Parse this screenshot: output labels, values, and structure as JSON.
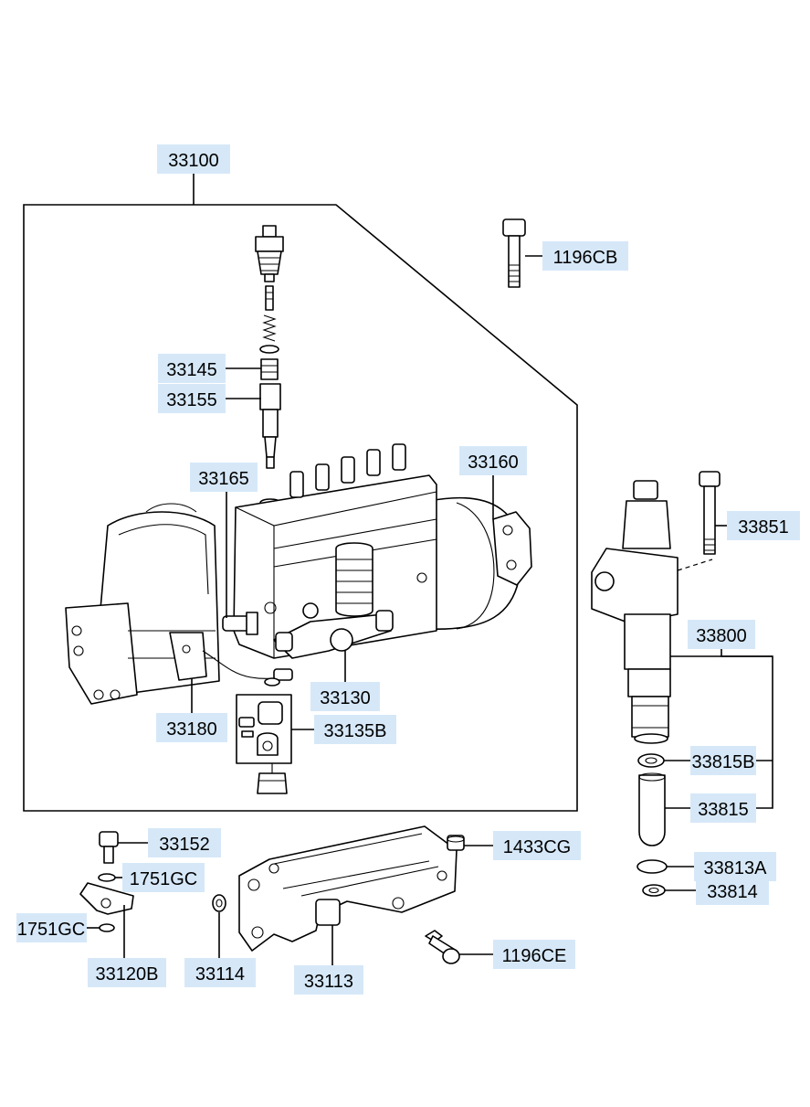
{
  "labels": {
    "assy_pump": "33100",
    "bolt_1196cb": "1196CB",
    "valve_33145": "33145",
    "holder_33155": "33155",
    "sensor_33165": "33165",
    "governor_33160": "33160",
    "bolt_33851": "33851",
    "injector_assy_33800": "33800",
    "overflow_33130": "33130",
    "bracket_33180": "33180",
    "solenoid_33135b": "33135B",
    "washer_33815b": "33815B",
    "nozzle_33815": "33815",
    "bolt_33152": "33152",
    "nut_1433cg": "1433CG",
    "washer_1751gc_upper": "1751GC",
    "washer_1751gc_lower": "1751GC",
    "oring_33813a": "33813A",
    "washer_33814": "33814",
    "lever_33120b": "33120B",
    "washer_33114": "33114",
    "bracket_33113": "33113",
    "bolt_1196ce": "1196CE"
  }
}
